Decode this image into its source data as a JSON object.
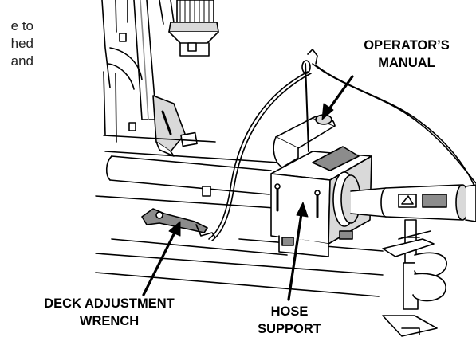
{
  "side_text": {
    "line1": "e to",
    "line2": "hed",
    "line3": "and"
  },
  "callouts": {
    "operators_manual": {
      "line1": "OPERATOR’S",
      "line2": "MANUAL"
    },
    "deck_adjustment_wrench": {
      "line1": "DECK ADJUSTMENT",
      "line2": "WRENCH"
    },
    "hose_support": {
      "line1": "HOSE",
      "line2": "SUPPORT"
    }
  },
  "colors": {
    "ink": "#000000",
    "fill": "#ffffff",
    "shade": "#d9d9d9",
    "dark_shade": "#8c8c8c"
  }
}
